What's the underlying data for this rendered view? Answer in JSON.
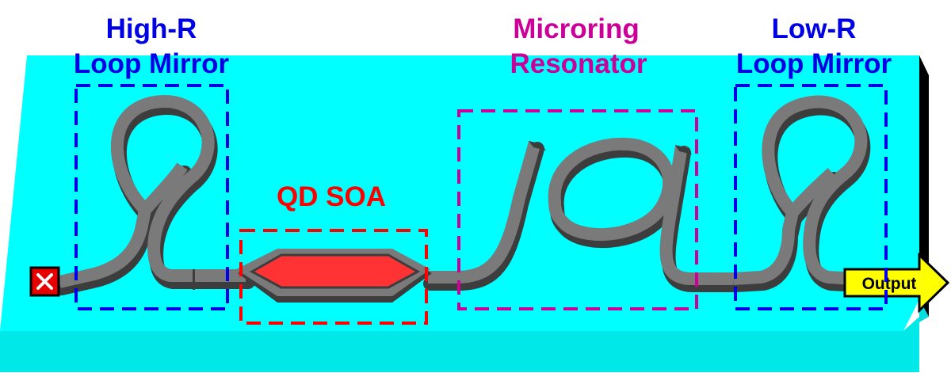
{
  "labels": {
    "high_r_line1": "High-R",
    "high_r_line2": "Loop Mirror",
    "qd_soa": "QD SOA",
    "microring_line1": "Microring",
    "microring_line2": "Resonator",
    "low_r_line1": "Low-R",
    "low_r_line2": "Loop Mirror",
    "output": "Output"
  },
  "colors": {
    "chip_top": "#00ffff",
    "chip_front": "#00dede",
    "chip_side": "#000000",
    "waveguide": "#7a7a7a",
    "waveguide_dark": "#3d3d3d",
    "high_r_box": "#0000e6",
    "qd_soa_box": "#ff0000",
    "microring_box": "#cc0099",
    "low_r_box": "#0000e6",
    "soa_fill": "#ff3333",
    "output_arrow": "#ffff00",
    "terminator": "#e60000"
  },
  "icons": {
    "terminator": "close-x-icon",
    "output": "arrow-right-icon"
  }
}
